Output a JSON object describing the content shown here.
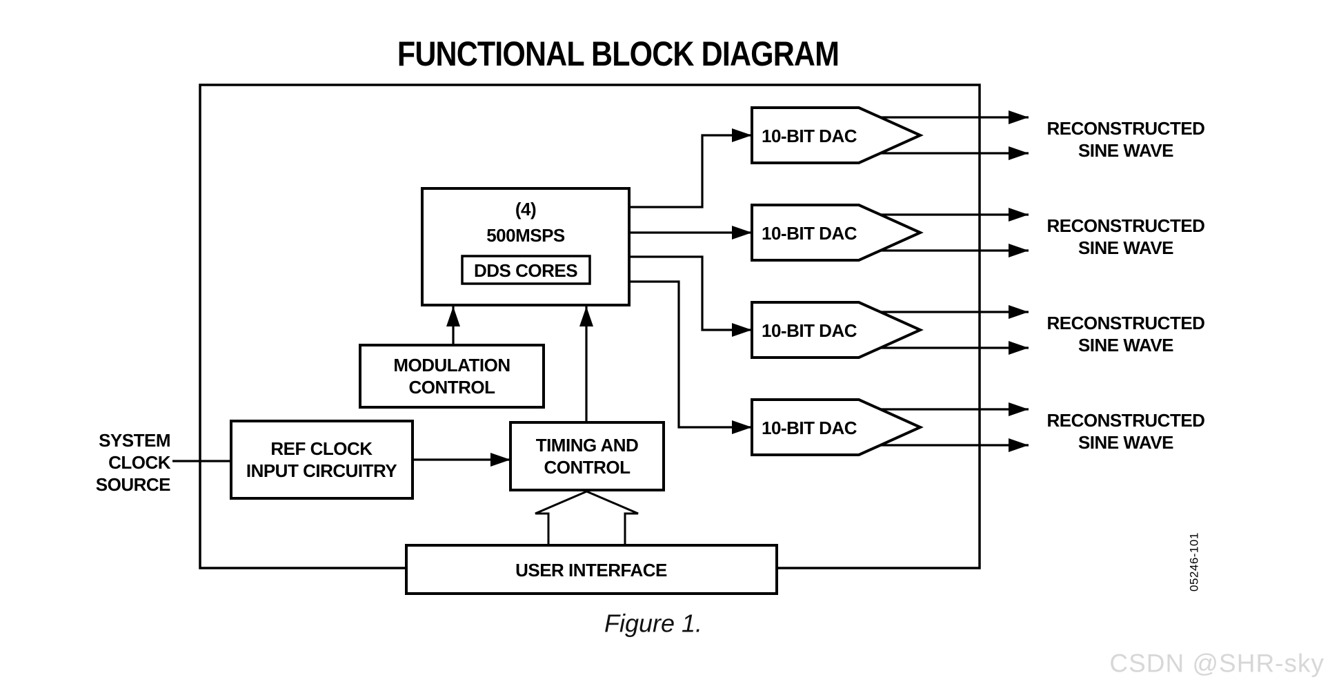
{
  "title": "FUNCTIONAL BLOCK DIAGRAM",
  "caption": "Figure 1.",
  "figure_code": "05246-101",
  "watermark": "CSDN @SHR-sky",
  "colors": {
    "ink": "#000000",
    "background": "#ffffff",
    "watermark": "#d7d7d7"
  },
  "inputs": {
    "system_clock": {
      "line1": "SYSTEM",
      "line2": "CLOCK",
      "line3": "SOURCE"
    }
  },
  "blocks": {
    "dds": {
      "line1": "(4)",
      "line2": "500MSPS",
      "core_label": "DDS CORES"
    },
    "modulation": {
      "line1": "MODULATION",
      "line2": "CONTROL"
    },
    "timing": {
      "line1": "TIMING AND",
      "line2": "CONTROL"
    },
    "ref_clock": {
      "line1": "REF CLOCK",
      "line2": "INPUT CIRCUITRY"
    },
    "user_interface": {
      "label": "USER INTERFACE"
    }
  },
  "dacs": [
    {
      "label": "10-BIT DAC"
    },
    {
      "label": "10-BIT DAC"
    },
    {
      "label": "10-BIT DAC"
    },
    {
      "label": "10-BIT DAC"
    }
  ],
  "outputs": [
    {
      "line1": "RECONSTRUCTED",
      "line2": "SINE WAVE"
    },
    {
      "line1": "RECONSTRUCTED",
      "line2": "SINE WAVE"
    },
    {
      "line1": "RECONSTRUCTED",
      "line2": "SINE WAVE"
    },
    {
      "line1": "RECONSTRUCTED",
      "line2": "SINE WAVE"
    }
  ]
}
